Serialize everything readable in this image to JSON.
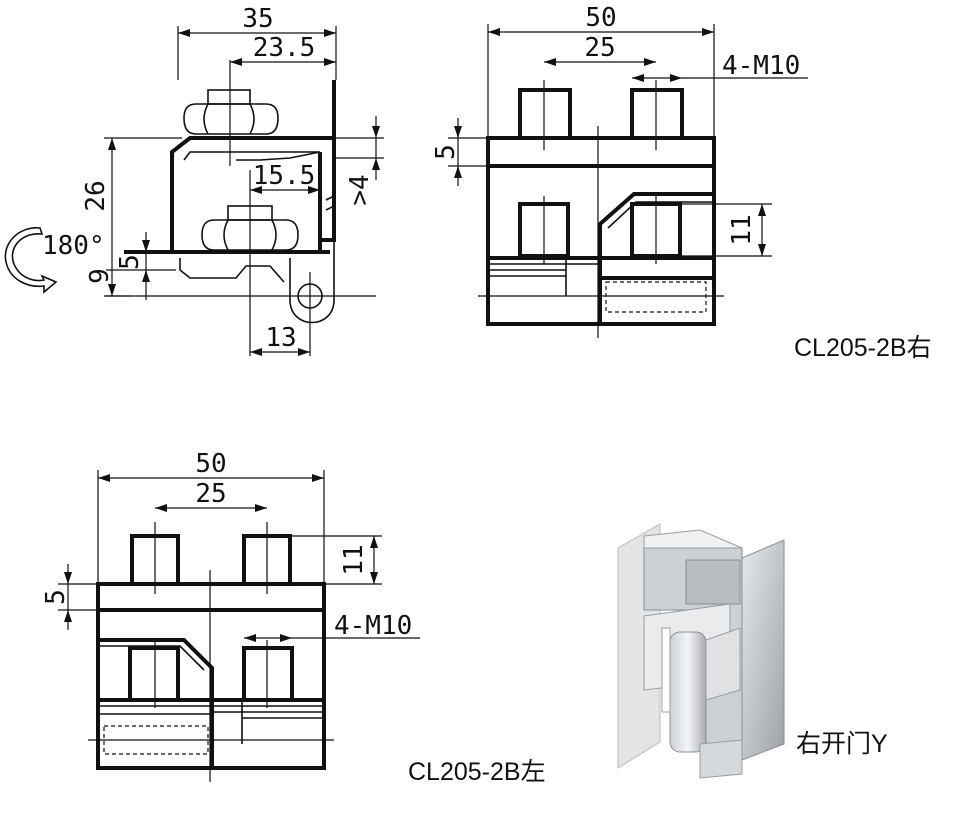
{
  "views": {
    "side": {
      "dims": {
        "width_total": "35",
        "width_inner": "23.5",
        "height_total": "26",
        "offset_small": "15.5",
        "gap_min": ">4",
        "pin_offset": "9",
        "base_thickness": "5",
        "pin_dist": "13",
        "rotation": "180°"
      }
    },
    "right": {
      "dims": {
        "width_total": "50",
        "bolt_spacing": "25",
        "thread": "4-M10",
        "plate_thickness": "5",
        "bolt_height": "11"
      },
      "label": "CL205-2B右"
    },
    "left": {
      "dims": {
        "width_total": "50",
        "bolt_spacing": "25",
        "thread": "4-M10",
        "plate_thickness": "5",
        "bolt_height": "11"
      },
      "label": "CL205-2B左"
    },
    "iso": {
      "label": "右开门Y"
    }
  }
}
